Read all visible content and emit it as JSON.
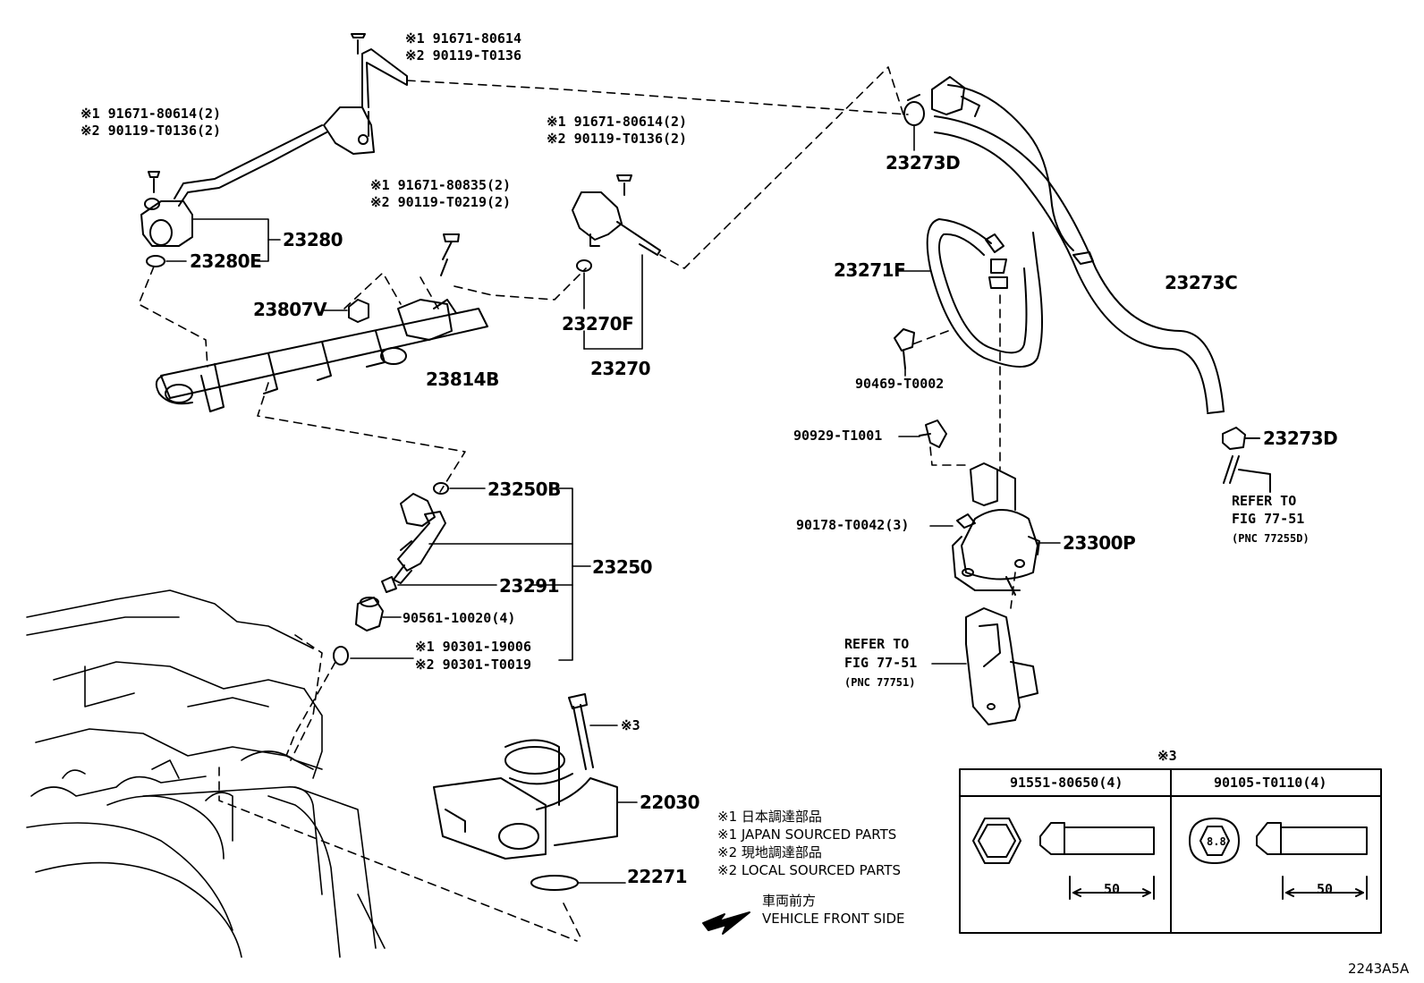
{
  "diagram_code": "2243A5A",
  "parts": {
    "p1_a": "※1 91671-80614",
    "p1_b": "※2 90119-T0136",
    "p2_a": "※1 91671-80614(2)",
    "p2_b": "※2 90119-T0136(2)",
    "p3_a": "※1 91671-80614(2)",
    "p3_b": "※2 90119-T0136(2)",
    "p4_a": "※1 91671-80835(2)",
    "p4_b": "※2 90119-T0219(2)",
    "p5_a": "※1 90301-19006",
    "p5_b": "※2 90301-T0019",
    "n23280": "23280",
    "n23280E": "23280E",
    "n23807V": "23807V",
    "n23814B": "23814B",
    "n23270F": "23270F",
    "n23270": "23270",
    "n23273D_top": "23273D",
    "n23271F": "23271F",
    "n23273C": "23273C",
    "n90469": "90469-T0002",
    "n90929": "90929-T1001",
    "n90178": "90178-T0042(3)",
    "n23300P": "23300P",
    "n23273D_right": "23273D",
    "n23250B": "23250B",
    "n23250": "23250",
    "n23291": "23291",
    "n90561": "90561-10020(4)",
    "n22030": "22030",
    "n22271": "22271",
    "star3_callout": "※3"
  },
  "refer_right": {
    "line1": "REFER TO",
    "line2": "FIG 77-51",
    "line3": "(PNC 77255D)"
  },
  "refer_mid": {
    "line1": "REFER TO",
    "line2": "FIG 77-51",
    "line3": "(PNC 77751)"
  },
  "legend": {
    "l1": "※1 日本調達部品",
    "l2": "※1 JAPAN SOURCED PARTS",
    "l3": "※2 現地調達部品",
    "l4": "※2 LOCAL SOURCED PARTS"
  },
  "front": {
    "jp": "車両前方",
    "en": "VEHICLE FRONT SIDE"
  },
  "table": {
    "title": "※3",
    "col1": "91551-80650(4)",
    "col2": "90105-T0110(4)",
    "dim1": "50",
    "dim2": "50",
    "grade": "8.8"
  }
}
